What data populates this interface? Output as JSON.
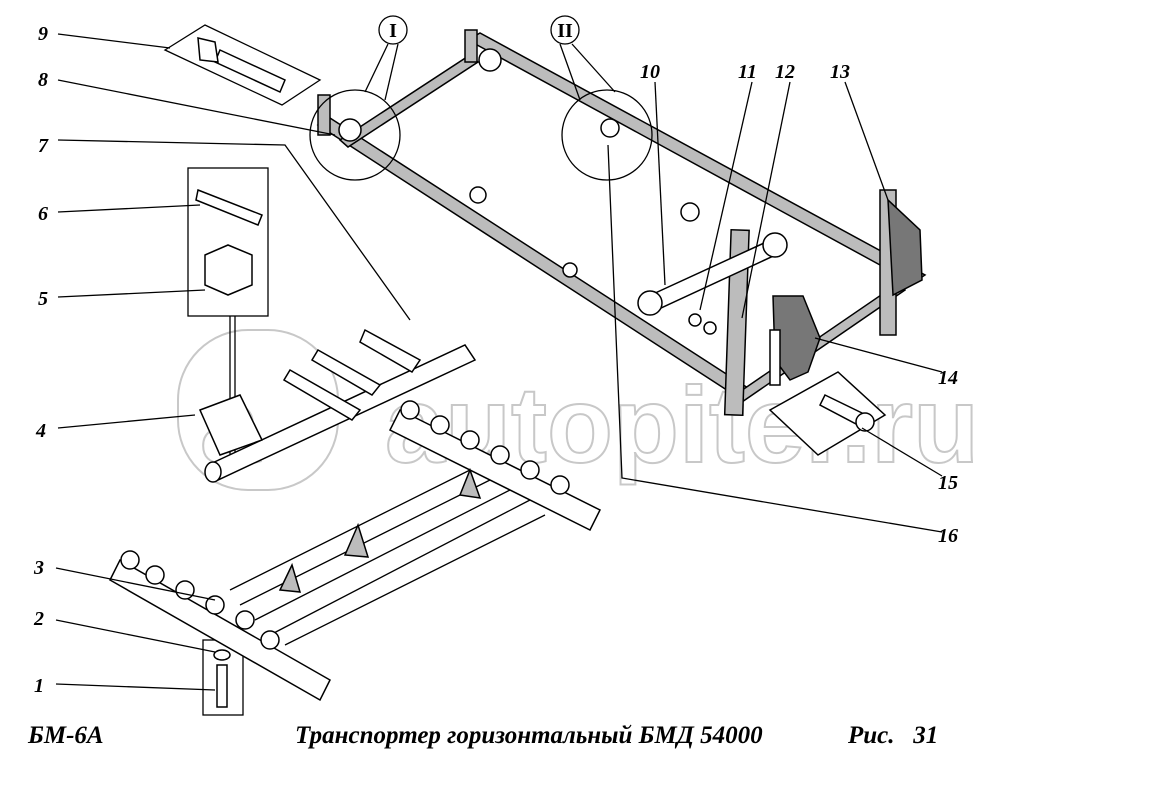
{
  "figure": {
    "callouts": [
      "1",
      "2",
      "3",
      "4",
      "5",
      "6",
      "7",
      "8",
      "9",
      "10",
      "11",
      "12",
      "13",
      "14",
      "15",
      "16"
    ],
    "detail_markers": [
      "I",
      "II"
    ],
    "watermark": "autopiter.ru"
  },
  "footer": {
    "model": "БМ-6А",
    "title": "Транспортер горизонтальный  БМД 54000",
    "figure_label": "Рис.   31"
  }
}
